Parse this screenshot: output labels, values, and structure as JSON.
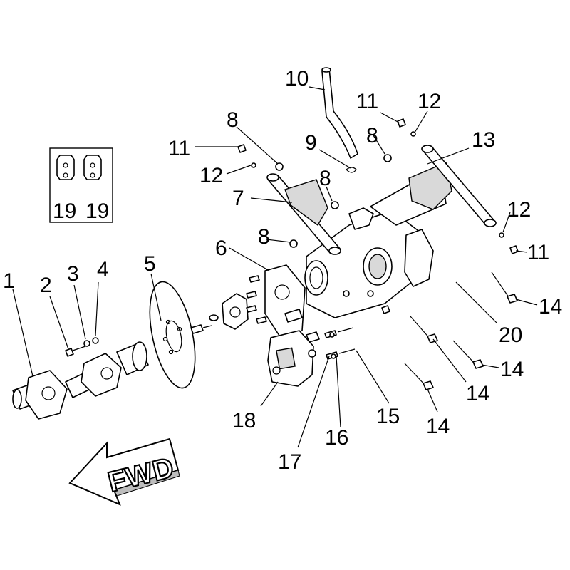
{
  "callouts": {
    "c1": "1",
    "c2": "2",
    "c3": "3",
    "c4": "4",
    "c5": "5",
    "c6": "6",
    "c7": "7",
    "c8a": "8",
    "c8b": "8",
    "c8c": "8",
    "c8d": "8",
    "c9": "9",
    "c10": "10",
    "c11a": "11",
    "c11b": "11",
    "c11c": "11",
    "c12a": "12",
    "c12b": "12",
    "c12c": "12",
    "c13": "13",
    "c14a": "14",
    "c14b": "14",
    "c14c": "14",
    "c14d": "14",
    "c15": "15",
    "c16": "16",
    "c17": "17",
    "c18": "18",
    "c19a": "19",
    "c19b": "19",
    "c20": "20"
  },
  "fwd_label": "FWD"
}
